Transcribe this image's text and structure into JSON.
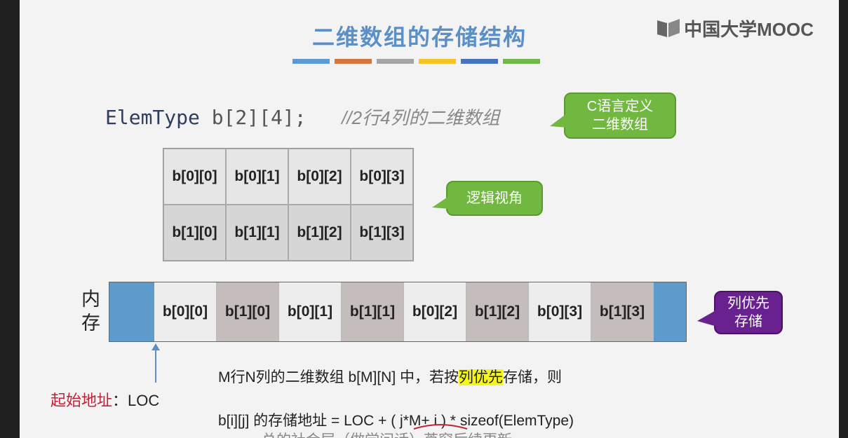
{
  "title": "二维数组的存储结构",
  "brand": "中国大学MOOC",
  "color_bars": [
    "#5b9bd1",
    "#d8753f",
    "#a5a5a5",
    "#f4c425",
    "#4573be",
    "#71b84a"
  ],
  "code": {
    "type": "ElemType",
    "decl": "b[2][4];",
    "comment": "//2行4列的二维数组"
  },
  "callouts": {
    "c_def": "C语言定义\n二维数组",
    "logical": "逻辑视角",
    "col_first": "列优先\n存储"
  },
  "grid": [
    [
      "b[0][0]",
      "b[0][1]",
      "b[0][2]",
      "b[0][3]"
    ],
    [
      "b[1][0]",
      "b[1][1]",
      "b[1][2]",
      "b[1][3]"
    ]
  ],
  "memory_label": "内存",
  "memory": [
    "b[0][0]",
    "b[1][0]",
    "b[0][1]",
    "b[1][1]",
    "b[0][2]",
    "b[1][2]",
    "b[0][3]",
    "b[1][3]"
  ],
  "start_address": {
    "label": "起始地址",
    "sep": "：",
    "value": "LOC"
  },
  "formula": {
    "line1_pre": "M行N列的二维数组 b[M][N] 中，若按",
    "line1_hl": "列优先",
    "line1_post": "存储，则",
    "line2": "b[i][j] 的存储地址 = LOC + ( j*M+ i ) * sizeof(ElemType)",
    "line3_partial": "总的社会层（做学问话）芦窗后续更新"
  }
}
